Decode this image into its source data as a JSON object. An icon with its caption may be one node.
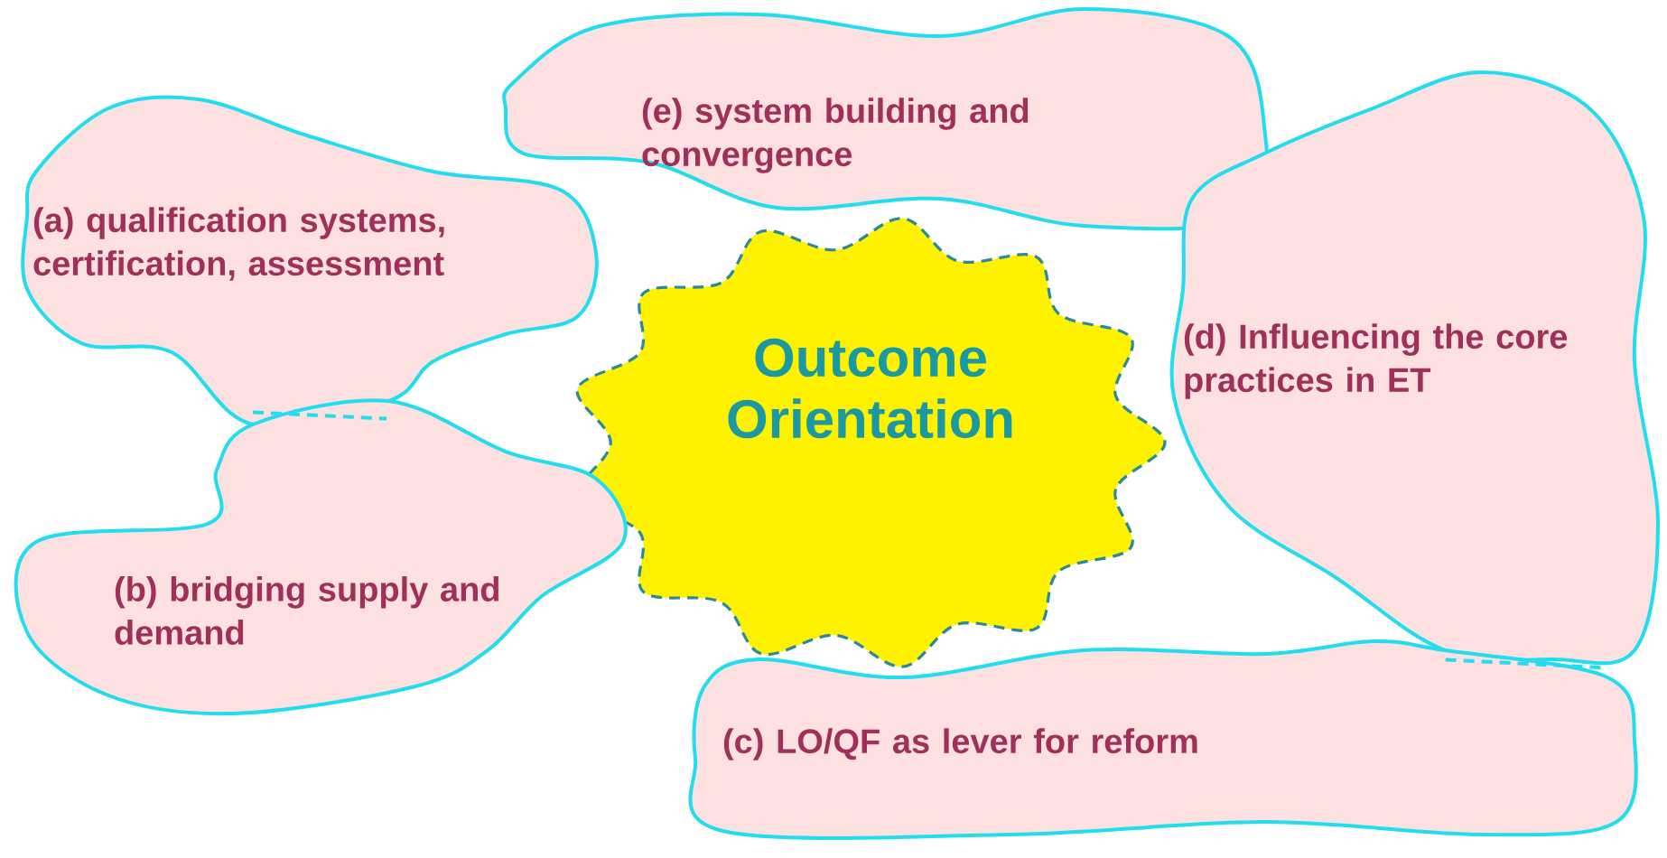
{
  "diagram": {
    "nodes": [
      {
        "text": [
          "(e) system building and convergence"
        ]
      },
      {
        "text": [
          "(a) qualification systems, certification, assessment"
        ]
      },
      {
        "text": [
          "Outcome Orientation"
        ]
      },
      {
        "text": [
          "(d) Influencing the core practices in ET"
        ]
      },
      {
        "text": [
          "(b) bridging supply and demand"
        ]
      },
      {
        "text": [
          "(c) LO/QF as lever for reform"
        ]
      }
    ],
    "edges": [
      {
        "from": 1,
        "to": 4,
        "arrow": "none",
        "style": "dashed"
      },
      {
        "from": 3,
        "to": 5,
        "arrow": "none",
        "style": "dashed"
      }
    ]
  }
}
